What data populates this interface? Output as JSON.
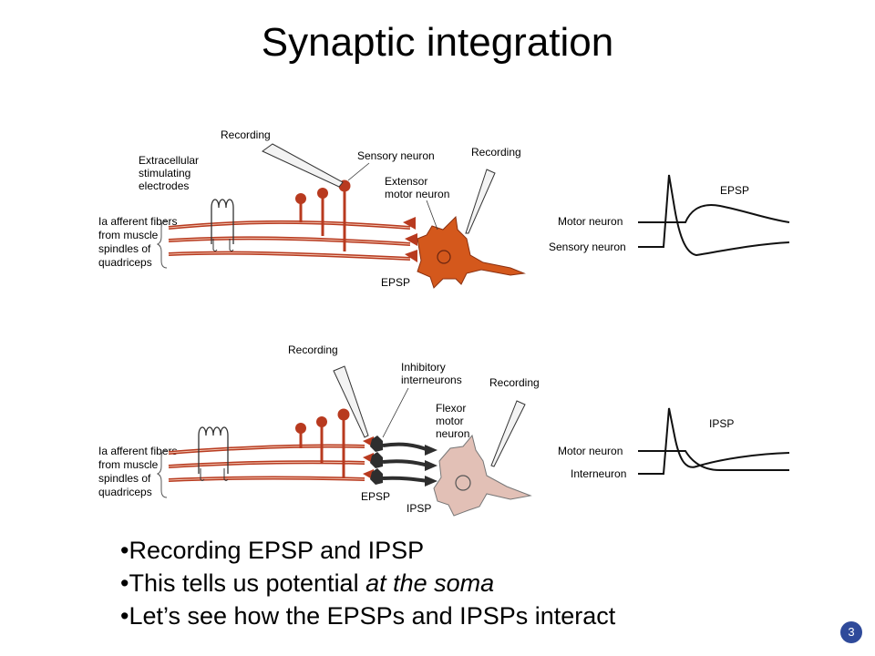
{
  "slide": {
    "title": "Synaptic integration",
    "page_number": "3"
  },
  "colors": {
    "axon": "#b83a1f",
    "extensor_soma": "#d4581c",
    "flexor_soma": "#e2c0b6",
    "inhibitory": "#2e2e2e",
    "badge": "#2f4a9a"
  },
  "top_panel": {
    "recording_left": "Recording",
    "sensory_neuron": "Sensory neuron",
    "recording_right": "Recording",
    "electrodes": [
      "Extracellular",
      "stimulating",
      "electrodes"
    ],
    "extensor": [
      "Extensor",
      "motor neuron"
    ],
    "afferent": [
      "Ia afferent fibers",
      "from muscle",
      "spindles of",
      "quadriceps"
    ],
    "epsp": "EPSP",
    "trace_title": "EPSP",
    "trace_labels": [
      "Motor neuron",
      "Sensory neuron"
    ]
  },
  "bottom_panel": {
    "recording_left": "Recording",
    "inhibitory": [
      "Inhibitory",
      "interneurons"
    ],
    "recording_right": "Recording",
    "flexor": [
      "Flexor",
      "motor",
      "neuron"
    ],
    "afferent": [
      "Ia afferent fibers",
      "from muscle",
      "spindles of",
      "quadriceps"
    ],
    "epsp": "EPSP",
    "ipsp": "IPSP",
    "trace_title": "IPSP",
    "trace_labels": [
      "Motor neuron",
      "Interneuron"
    ]
  },
  "bullets": {
    "b1": "Recording EPSP and IPSP",
    "b2_plain": "This tells us potential ",
    "b2_italic": "at the soma",
    "b3": "Let’s see how the EPSPs and IPSPs interact"
  }
}
